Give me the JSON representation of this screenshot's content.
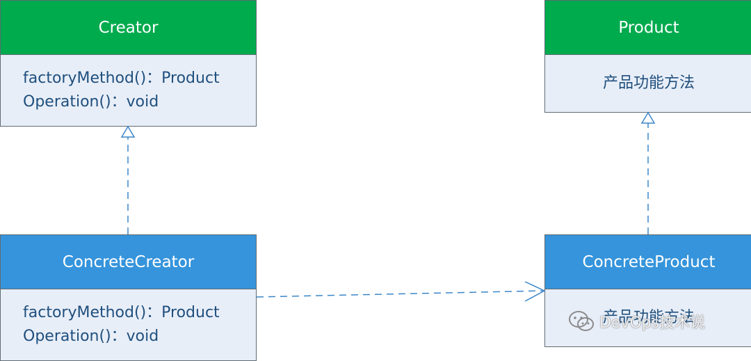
{
  "classes": {
    "creator": {
      "name": "Creator",
      "methods": [
        "factoryMethod()：Product",
        "Operation()：void"
      ]
    },
    "product": {
      "name": "Product",
      "methods": [
        "产品功能方法"
      ]
    },
    "concrete_creator": {
      "name": "ConcreteCreator",
      "methods": [
        "factoryMethod()：Product",
        "Operation()：void"
      ]
    },
    "concrete_product": {
      "name": "ConcreteProduct",
      "methods": [
        "产品功能方法"
      ]
    }
  },
  "watermark": {
    "text": "DevOps技术说",
    "icon": "wechat-icon"
  },
  "colors": {
    "abstract_header": "#00ab4e",
    "concrete_header": "#3594db",
    "body_fill": "#e8eef8",
    "border": "#5f6b73",
    "method_text": "#1f4f7d",
    "connector": "#3a86c8"
  }
}
